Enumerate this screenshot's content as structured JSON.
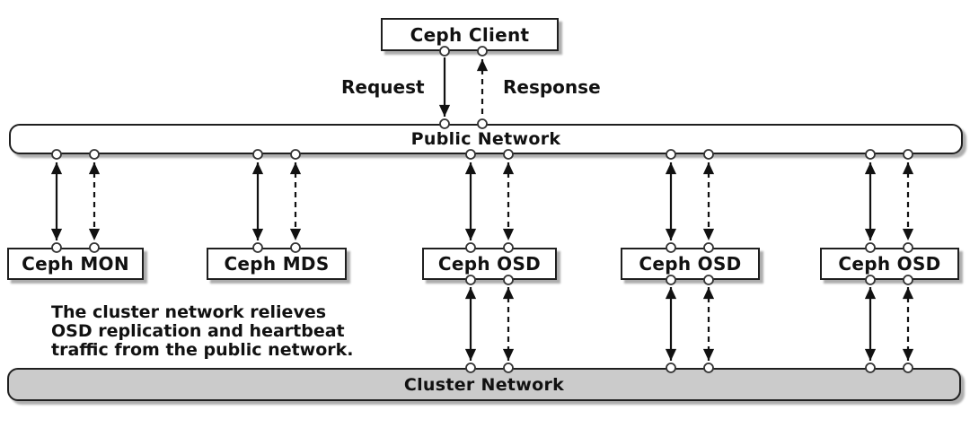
{
  "diagram": {
    "client_label": "Ceph Client",
    "request_label": "Request",
    "response_label": "Response",
    "public_network_label": "Public Network",
    "cluster_network_label": "Cluster Network",
    "nodes": [
      {
        "id": "mon",
        "label": "Ceph MON"
      },
      {
        "id": "mds",
        "label": "Ceph MDS"
      },
      {
        "id": "osd1",
        "label": "Ceph OSD"
      },
      {
        "id": "osd2",
        "label": "Ceph OSD"
      },
      {
        "id": "osd3",
        "label": "Ceph OSD"
      }
    ],
    "caption": {
      "lines": [
        "The cluster network relieves",
        "OSD replication and heartbeat",
        "traffic from the public network."
      ]
    },
    "colors": {
      "background": "#ffffff",
      "box_fill": "#ffffff",
      "cluster_fill": "#cbcbcb",
      "border": "#1f1f1f",
      "line": "#111111"
    }
  }
}
